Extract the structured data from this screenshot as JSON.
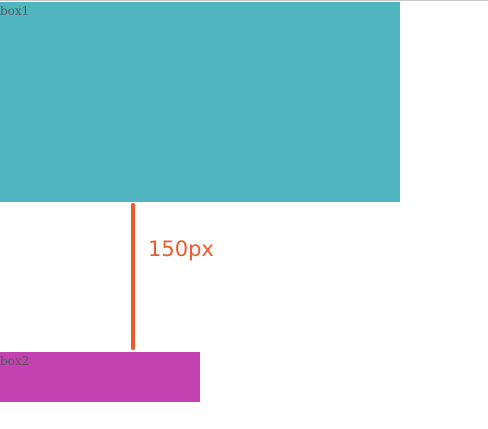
{
  "boxes": {
    "box1": {
      "label": "box1",
      "color": "#51b5c1"
    },
    "box2": {
      "label": "box2",
      "color": "#c341b0"
    }
  },
  "annotation": {
    "gap_label": "150px",
    "color": "#ee5a2c"
  }
}
